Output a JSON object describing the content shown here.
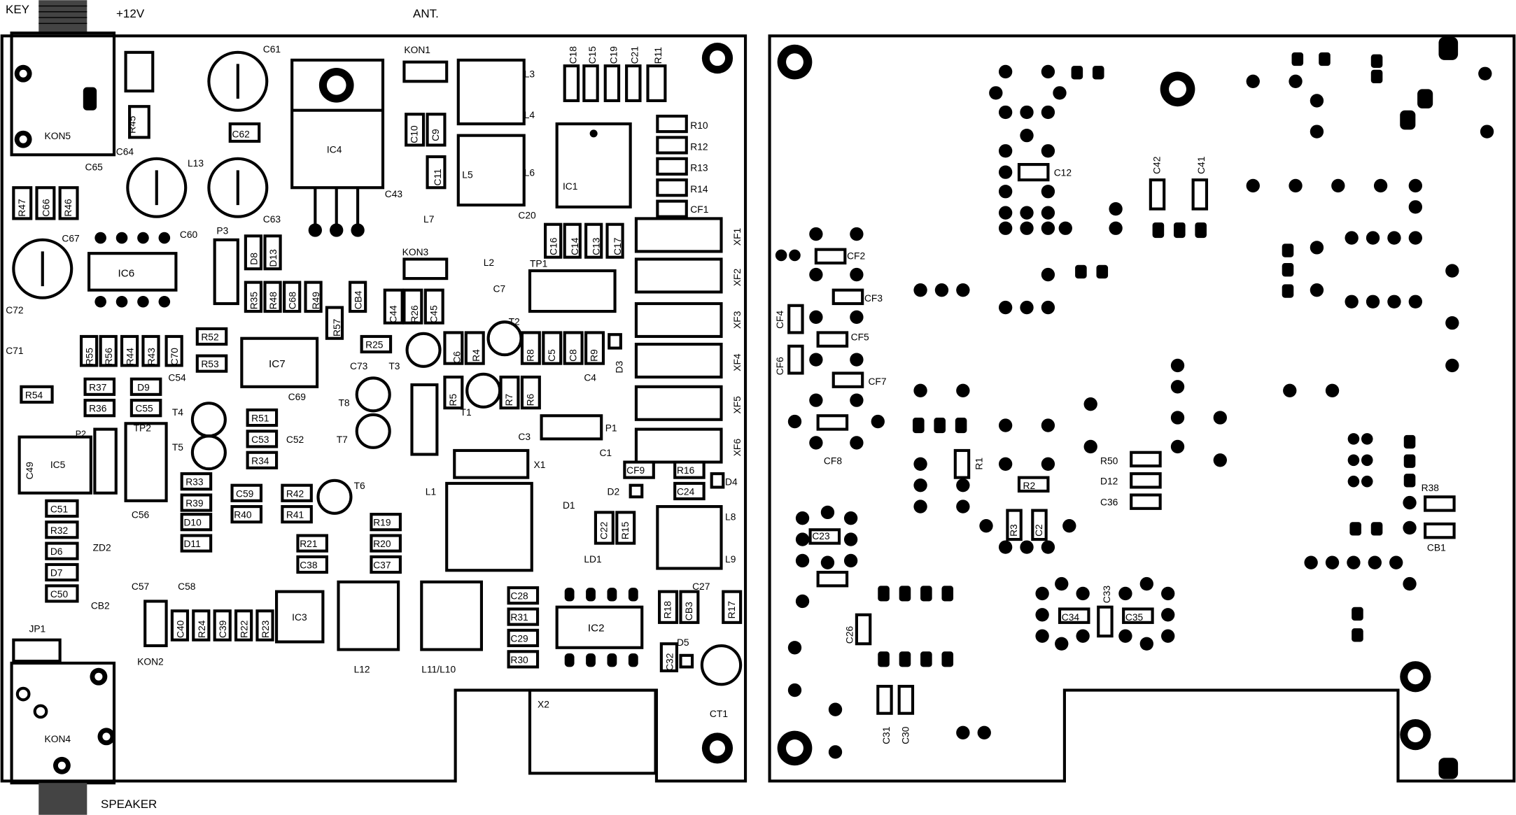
{
  "header": {
    "key_label": "KEY",
    "power_label": "+12V",
    "antenna_label": "ANT.",
    "speaker_label": "SPEAKER"
  },
  "left_labels": [
    {
      "t": "KON5"
    },
    {
      "t": "R45"
    },
    {
      "t": "C61"
    },
    {
      "t": "C62"
    },
    {
      "t": "C64"
    },
    {
      "t": "L13"
    },
    {
      "t": "C65"
    },
    {
      "t": "C63"
    },
    {
      "t": "IC4"
    },
    {
      "t": "KON1"
    },
    {
      "t": "L3"
    },
    {
      "t": "L4"
    },
    {
      "t": "C10"
    },
    {
      "t": "C9"
    },
    {
      "t": "C18"
    },
    {
      "t": "C15"
    },
    {
      "t": "C19"
    },
    {
      "t": "C21"
    },
    {
      "t": "R11"
    },
    {
      "t": "R10"
    },
    {
      "t": "R12"
    },
    {
      "t": "R13"
    },
    {
      "t": "R14"
    },
    {
      "t": "CF1"
    },
    {
      "t": "IC1"
    },
    {
      "t": "L5"
    },
    {
      "t": "L6"
    },
    {
      "t": "C11"
    },
    {
      "t": "C43"
    },
    {
      "t": "L7"
    },
    {
      "t": "C20"
    },
    {
      "t": "R47"
    },
    {
      "t": "C66"
    },
    {
      "t": "R46"
    },
    {
      "t": "C67"
    },
    {
      "t": "IC6"
    },
    {
      "t": "C60"
    },
    {
      "t": "P3"
    },
    {
      "t": "D8"
    },
    {
      "t": "D13"
    },
    {
      "t": "KON3"
    },
    {
      "t": "L2"
    },
    {
      "t": "C16"
    },
    {
      "t": "C14"
    },
    {
      "t": "C13"
    },
    {
      "t": "C17"
    },
    {
      "t": "XF1"
    },
    {
      "t": "XF2"
    },
    {
      "t": "XF3"
    },
    {
      "t": "XF4"
    },
    {
      "t": "XF5"
    },
    {
      "t": "XF6"
    },
    {
      "t": "TP1"
    },
    {
      "t": "C7"
    },
    {
      "t": "T2"
    },
    {
      "t": "R35"
    },
    {
      "t": "R48"
    },
    {
      "t": "C68"
    },
    {
      "t": "R49"
    },
    {
      "t": "CB4"
    },
    {
      "t": "C44"
    },
    {
      "t": "R26"
    },
    {
      "t": "C45"
    },
    {
      "t": "C72"
    },
    {
      "t": "R57"
    },
    {
      "t": "R52"
    },
    {
      "t": "R25"
    },
    {
      "t": "C6"
    },
    {
      "t": "R4"
    },
    {
      "t": "R8"
    },
    {
      "t": "C5"
    },
    {
      "t": "C8"
    },
    {
      "t": "R9"
    },
    {
      "t": "D3"
    },
    {
      "t": "C71"
    },
    {
      "t": "R55"
    },
    {
      "t": "R56"
    },
    {
      "t": "R44"
    },
    {
      "t": "R43"
    },
    {
      "t": "C70"
    },
    {
      "t": "IC7"
    },
    {
      "t": "T3"
    },
    {
      "t": "R53"
    },
    {
      "t": "C73"
    },
    {
      "t": "C54"
    },
    {
      "t": "C4"
    },
    {
      "t": "R54"
    },
    {
      "t": "R37"
    },
    {
      "t": "D9"
    },
    {
      "t": "R5"
    },
    {
      "t": "R7"
    },
    {
      "t": "R6"
    },
    {
      "t": "R36"
    },
    {
      "t": "C55"
    },
    {
      "t": "T8"
    },
    {
      "t": "C69"
    },
    {
      "t": "T4"
    },
    {
      "t": "T1"
    },
    {
      "t": "C3"
    },
    {
      "t": "P1"
    },
    {
      "t": "R51"
    },
    {
      "t": "P2"
    },
    {
      "t": "TP2"
    },
    {
      "t": "C53"
    },
    {
      "t": "T7"
    },
    {
      "t": "C52"
    },
    {
      "t": "C49"
    },
    {
      "t": "IC5"
    },
    {
      "t": "T5"
    },
    {
      "t": "R34"
    },
    {
      "t": "C1"
    },
    {
      "t": "X1"
    },
    {
      "t": "CF9"
    },
    {
      "t": "R16"
    },
    {
      "t": "D4"
    },
    {
      "t": "R33"
    },
    {
      "t": "C59"
    },
    {
      "t": "R42"
    },
    {
      "t": "T6"
    },
    {
      "t": "L1"
    },
    {
      "t": "D2"
    },
    {
      "t": "C24"
    },
    {
      "t": "R39"
    },
    {
      "t": "R40"
    },
    {
      "t": "R41"
    },
    {
      "t": "D1"
    },
    {
      "t": "C51"
    },
    {
      "t": "C56"
    },
    {
      "t": "D10"
    },
    {
      "t": "R19"
    },
    {
      "t": "C22"
    },
    {
      "t": "R15"
    },
    {
      "t": "L8"
    },
    {
      "t": "R32"
    },
    {
      "t": "D11"
    },
    {
      "t": "R20"
    },
    {
      "t": "ZD2"
    },
    {
      "t": "R21"
    },
    {
      "t": "LD1"
    },
    {
      "t": "L9"
    },
    {
      "t": "D6"
    },
    {
      "t": "C38"
    },
    {
      "t": "C37"
    },
    {
      "t": "D7"
    },
    {
      "t": "C57"
    },
    {
      "t": "C58"
    },
    {
      "t": "C27"
    },
    {
      "t": "C50"
    },
    {
      "t": "CB2"
    },
    {
      "t": "C28"
    },
    {
      "t": "R18"
    },
    {
      "t": "CB3"
    },
    {
      "t": "R17"
    },
    {
      "t": "C40"
    },
    {
      "t": "R24"
    },
    {
      "t": "C39"
    },
    {
      "t": "R22"
    },
    {
      "t": "R23"
    },
    {
      "t": "IC3"
    },
    {
      "t": "R31"
    },
    {
      "t": "IC2"
    },
    {
      "t": "JP1"
    },
    {
      "t": "C29"
    },
    {
      "t": "D5"
    },
    {
      "t": "C32"
    },
    {
      "t": "KON2"
    },
    {
      "t": "L12"
    },
    {
      "t": "L11/L10"
    },
    {
      "t": "R30"
    },
    {
      "t": "X2"
    },
    {
      "t": "CT1"
    },
    {
      "t": "KON4"
    }
  ],
  "right_labels": [
    {
      "t": "C12"
    },
    {
      "t": "C42"
    },
    {
      "t": "C41"
    },
    {
      "t": "CF2"
    },
    {
      "t": "CF3"
    },
    {
      "t": "CF4"
    },
    {
      "t": "CF5"
    },
    {
      "t": "CF6"
    },
    {
      "t": "CF7"
    },
    {
      "t": "CF8"
    },
    {
      "t": "R1"
    },
    {
      "t": "R50"
    },
    {
      "t": "D12"
    },
    {
      "t": "C36"
    },
    {
      "t": "R2"
    },
    {
      "t": "R3"
    },
    {
      "t": "C2"
    },
    {
      "t": "R38"
    },
    {
      "t": "CB1"
    },
    {
      "t": "C23"
    },
    {
      "t": "C26"
    },
    {
      "t": "C33"
    },
    {
      "t": "C34"
    },
    {
      "t": "C35"
    },
    {
      "t": "C31"
    },
    {
      "t": "C30"
    }
  ]
}
